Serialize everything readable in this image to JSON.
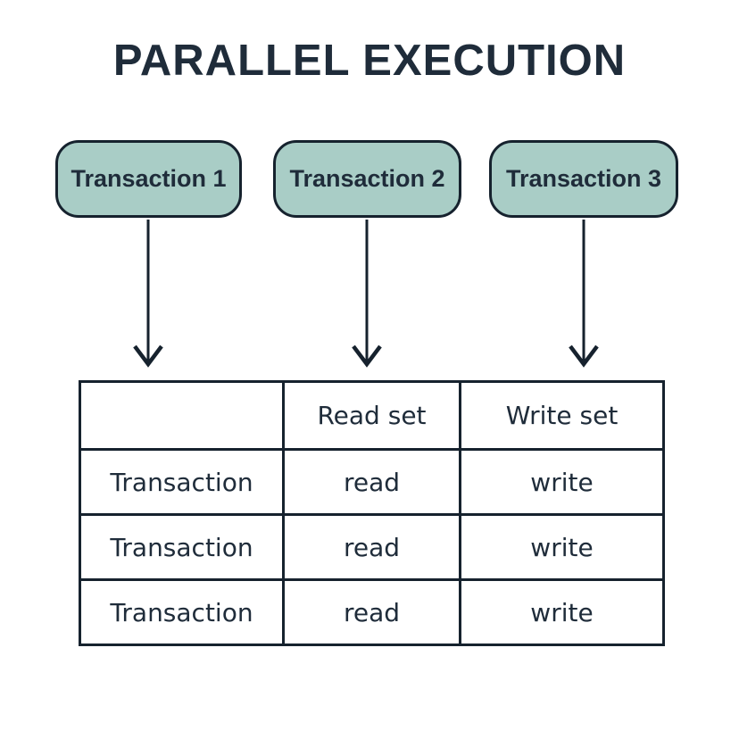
{
  "title": "PARALLEL EXECUTION",
  "nodes": [
    {
      "label": "Transaction 1"
    },
    {
      "label": "Transaction 2"
    },
    {
      "label": "Transaction 3"
    }
  ],
  "table": {
    "headers": [
      "",
      "Read set",
      "Write set"
    ],
    "rows": [
      [
        "Transaction",
        "read",
        "write"
      ],
      [
        "Transaction",
        "read",
        "write"
      ],
      [
        "Transaction",
        "read",
        "write"
      ]
    ]
  },
  "colors": {
    "ink": "#1f2c3a",
    "line": "#16222e",
    "accent_fill": "#a9cdc6",
    "background": "#ffffff"
  }
}
